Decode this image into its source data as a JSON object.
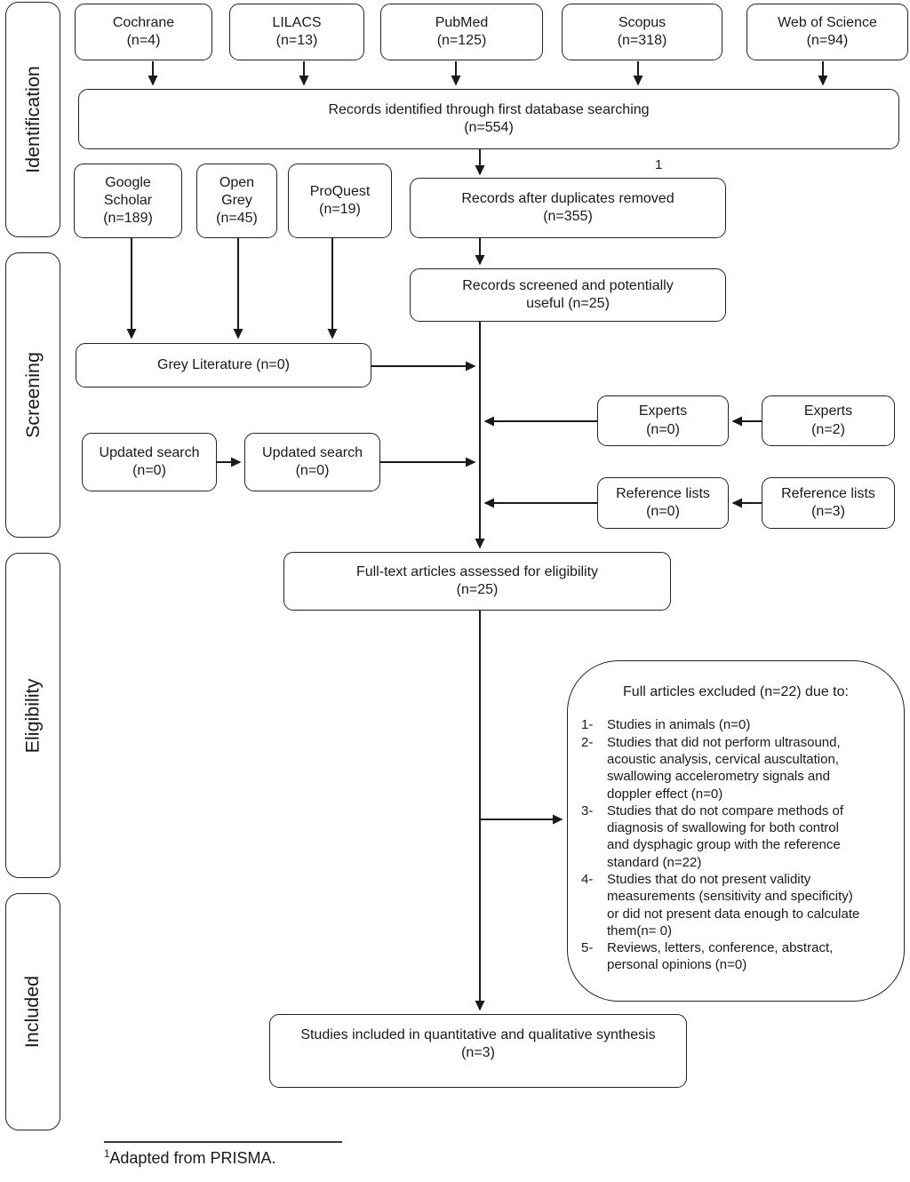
{
  "sidebar": {
    "labels": [
      "Identification",
      "Screening",
      "Eligibility",
      "Included"
    ]
  },
  "boxes": {
    "cochrane": "Cochrane\n(n=4)",
    "lilacs": "LILACS\n(n=13)",
    "pubmed": "PubMed\n(n=125)",
    "scopus": "Scopus\n(n=318)",
    "web_of_science": "Web of Science\n(n=94)",
    "records_identified": "Records identified through first database searching\n(n=554)",
    "google_scholar": "Google\nScholar\n(n=189)",
    "open_grey": "Open\nGrey\n(n=45)",
    "proquest": "ProQuest\n(n=19)",
    "records_after_duplicates": "Records after duplicates removed\n(n=355)",
    "duplicates_note_marker": "1",
    "records_screened": "Records screened and potentially\nuseful (n=25)",
    "grey_literature": "Grey Literature (n=0)",
    "updated_search_outer": "Updated search\n(n=0)",
    "updated_search_inner": "Updated search\n(n=0)",
    "experts_merged": "Experts\n(n=0)",
    "experts_source": "Experts\n(n=2)",
    "reference_lists_merged": "Reference lists\n(n=0)",
    "reference_lists_source": "Reference lists\n(n=3)",
    "fulltext_assessed": "Full-text articles assessed for eligibility\n(n=25)",
    "studies_included": "Studies included in quantitative and qualitative synthesis\n(n=3)"
  },
  "excluded": {
    "title": "Full articles excluded (n=22) due to:",
    "items": [
      {
        "num": "1-",
        "text": "Studies in animals (n=0)"
      },
      {
        "num": "2-",
        "text": "Studies that did not perform ultrasound,\nacoustic analysis, cervical auscultation,\nswallowing accelerometry signals and\ndoppler effect (n=0)"
      },
      {
        "num": "3-",
        "text": "Studies that do not compare methods of\ndiagnosis of swallowing for both control\nand dysphagic group with the reference\nstandard (n=22)"
      },
      {
        "num": "4-",
        "text": "Studies that do not present validity\nmeasurements (sensitivity and specificity)\nor did not present data enough to calculate\nthem(n= 0)"
      },
      {
        "num": "5-",
        "text": "Reviews, letters, conference, abstract,\npersonal opinions (n=0)"
      }
    ]
  },
  "footnote": {
    "marker": "1",
    "text": "Adapted from PRISMA."
  }
}
